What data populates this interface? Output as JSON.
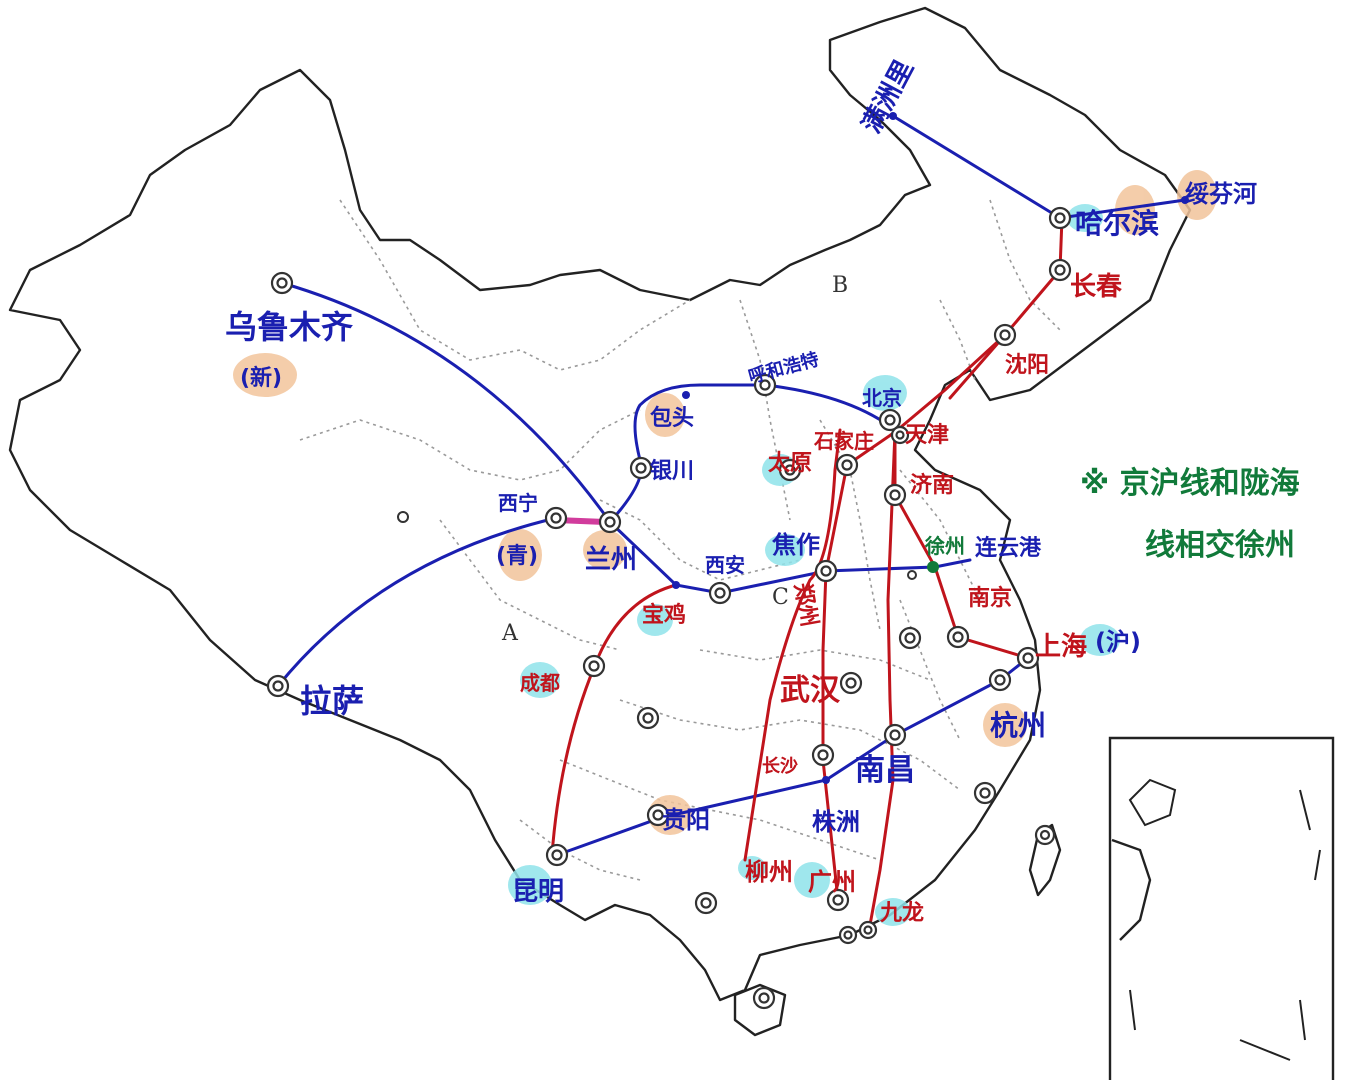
{
  "colors": {
    "outline": "#222222",
    "province_border": "#9a9a9a",
    "blue_route": "#1a1fb0",
    "red_route": "#c0141c",
    "green_note": "#117a3a",
    "pink_link": "#d13c9c",
    "highlight_orange": "#f2c49b",
    "highlight_cyan": "#8fe3ea"
  },
  "map_letters": {
    "a": "A",
    "b": "B",
    "c": "C"
  },
  "cities": {
    "manzhouli": "满洲里",
    "suifenhe": "绥芬河",
    "harbin": "哈尔滨",
    "changchun": "长春",
    "shenyang": "沈阳",
    "urumqi": "乌鲁木齐",
    "xin": "(新)",
    "hohhot": "呼和浩特",
    "beijing": "北京",
    "tianjin": "天津",
    "baotou": "包头",
    "yinchuan": "银川",
    "taiyuan": "太原",
    "shijiazhuang": "石家庄",
    "jinan": "济南",
    "xining": "西宁",
    "qing": "(青)",
    "lanzhou": "兰州",
    "xian": "西安",
    "jiaozuo": "焦作",
    "zhengzhou": "郑州",
    "xuzhou": "徐州",
    "lianyungang": "连云港",
    "nanjing": "南京",
    "baoji": "宝鸡",
    "chengdu": "成都",
    "lhasa": "拉萨",
    "shanghai": "上海",
    "hu": "(沪)",
    "wuhan": "武汉",
    "hangzhou": "杭州",
    "changsha": "长沙",
    "nanchang": "南昌",
    "guiyang": "贵阳",
    "zhuzhou": "株洲",
    "kunming": "昆明",
    "liuzhou": "柳州",
    "guangzhou": "广州",
    "jiulong": "九龙"
  },
  "note": {
    "line1": "※ 京沪线和陇海",
    "line2": "线相交徐州"
  }
}
